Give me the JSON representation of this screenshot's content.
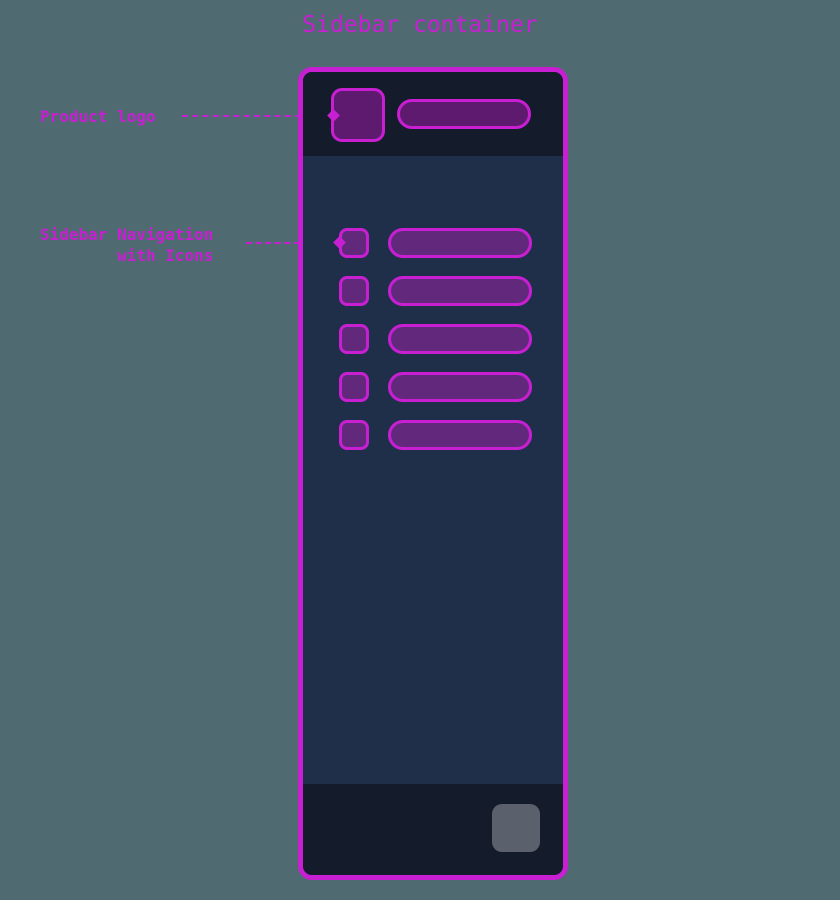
{
  "diagram": {
    "title": "Sidebar container",
    "annotations": [
      {
        "label": "Product logo",
        "target": "logo"
      },
      {
        "label": "Sidebar Navigation\n        with Icons",
        "target": "nav-item-1"
      }
    ]
  },
  "sidebar": {
    "header": {
      "logo": "logo-placeholder",
      "brand": "brand-name-placeholder"
    },
    "nav_items": [
      {
        "icon": "nav-icon-placeholder",
        "label": "nav-label-placeholder"
      },
      {
        "icon": "nav-icon-placeholder",
        "label": "nav-label-placeholder"
      },
      {
        "icon": "nav-icon-placeholder",
        "label": "nav-label-placeholder"
      },
      {
        "icon": "nav-icon-placeholder",
        "label": "nav-label-placeholder"
      },
      {
        "icon": "nav-icon-placeholder",
        "label": "nav-label-placeholder"
      }
    ],
    "footer": {
      "button": "footer-button-placeholder"
    }
  },
  "colors": {
    "background": "#4f6a70",
    "accent": "#c81fd3",
    "sidebar_body": "#1f2f4a",
    "sidebar_header_footer": "#141c2c",
    "placeholder_fill": "#61287c",
    "footer_button": "#5a606c"
  }
}
